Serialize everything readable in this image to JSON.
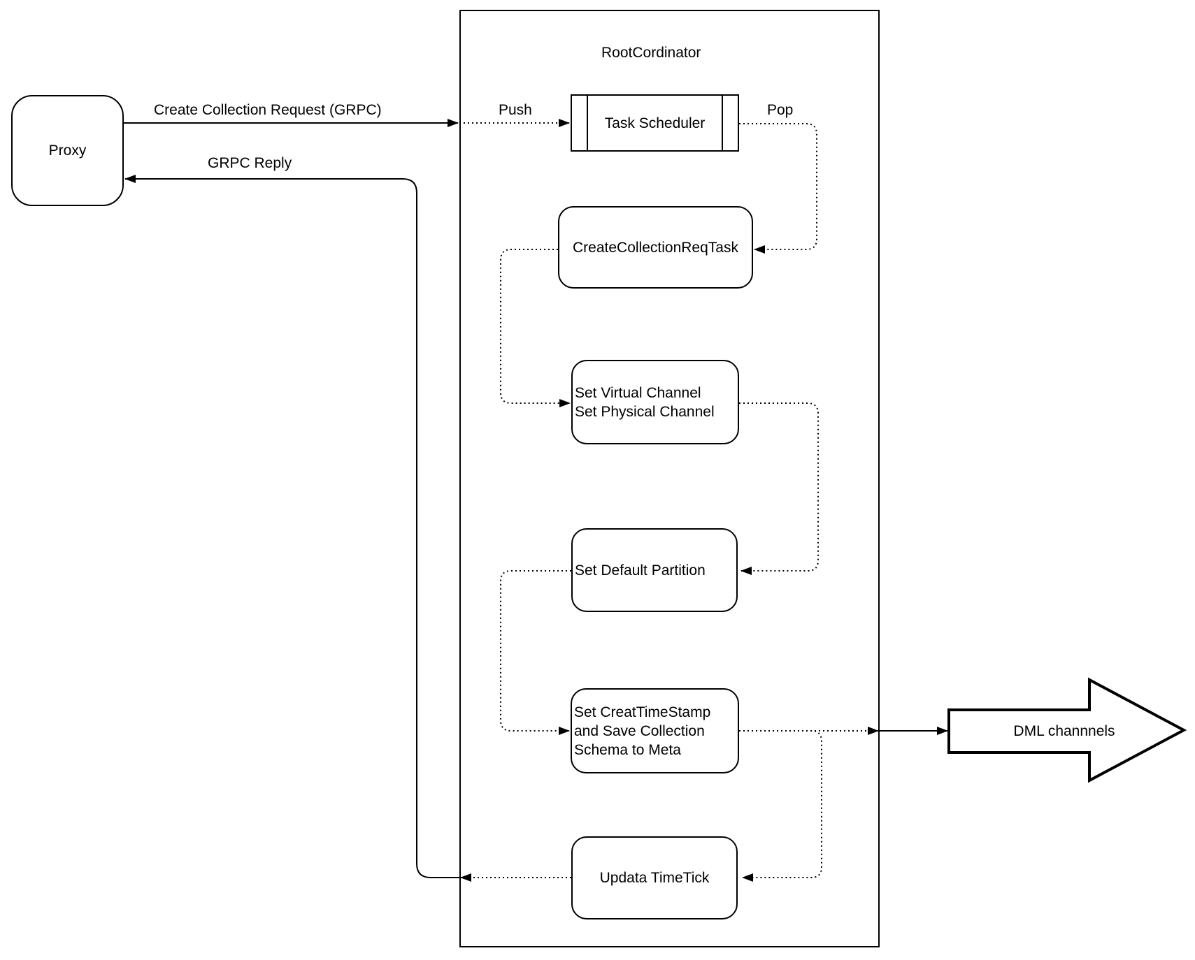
{
  "boxes": {
    "proxy": {
      "label": "Proxy"
    },
    "root": {
      "title": "RootCordinator"
    },
    "task_scheduler": {
      "label": "Task Scheduler"
    },
    "create_task": {
      "label": "CreateCollectionReqTask"
    },
    "set_channels": {
      "lines": [
        "Set Virtual Channel",
        "Set Physical Channel"
      ]
    },
    "set_partition": {
      "label": "Set Default Partition"
    },
    "set_timestamp": {
      "lines": [
        "Set CreatTimeStamp",
        "and Save Collection",
        "Schema to Meta"
      ]
    },
    "update_timetick": {
      "label": "Updata TimeTick"
    },
    "dml": {
      "label": "DML channnels"
    }
  },
  "edge_labels": {
    "request": "Create Collection Request (GRPC)",
    "reply": "GRPC Reply",
    "push": "Push",
    "pop": "Pop"
  },
  "colors": {
    "stroke": "#000000",
    "background": "#ffffff"
  }
}
